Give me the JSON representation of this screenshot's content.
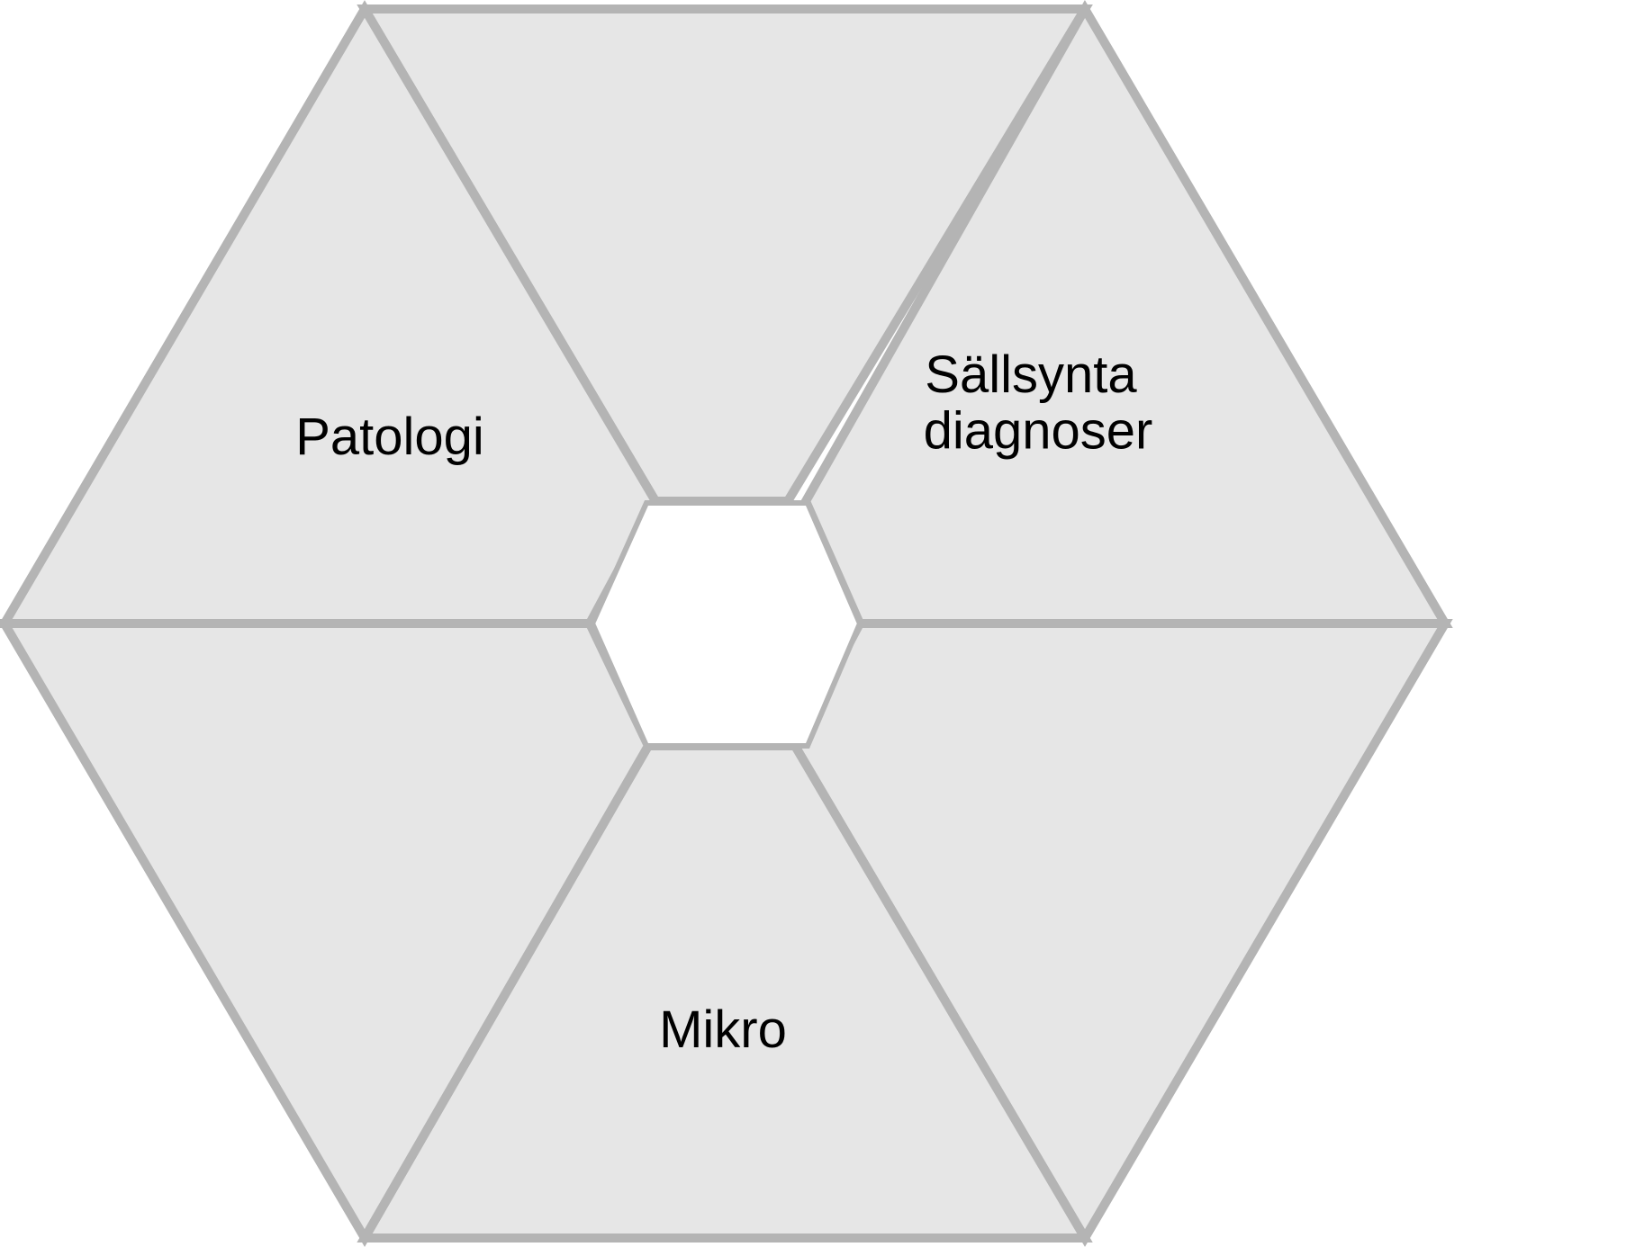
{
  "diagram": {
    "type": "hexagon-segments",
    "colors": {
      "segment_fill": "#e6e6e6",
      "segment_stroke": "#b4b4b4",
      "center_fill": "#ffffff",
      "label_color": "#000000"
    },
    "segments": [
      {
        "position": "top",
        "label_lines": []
      },
      {
        "position": "top-right",
        "label_lines": [
          "Sällsynta",
          "diagnoser"
        ]
      },
      {
        "position": "bottom-right",
        "label_lines": []
      },
      {
        "position": "bottom",
        "label_lines": [
          "Mikro"
        ]
      },
      {
        "position": "bottom-left",
        "label_lines": []
      },
      {
        "position": "top-left",
        "label_lines": [
          "Patologi"
        ]
      }
    ]
  }
}
